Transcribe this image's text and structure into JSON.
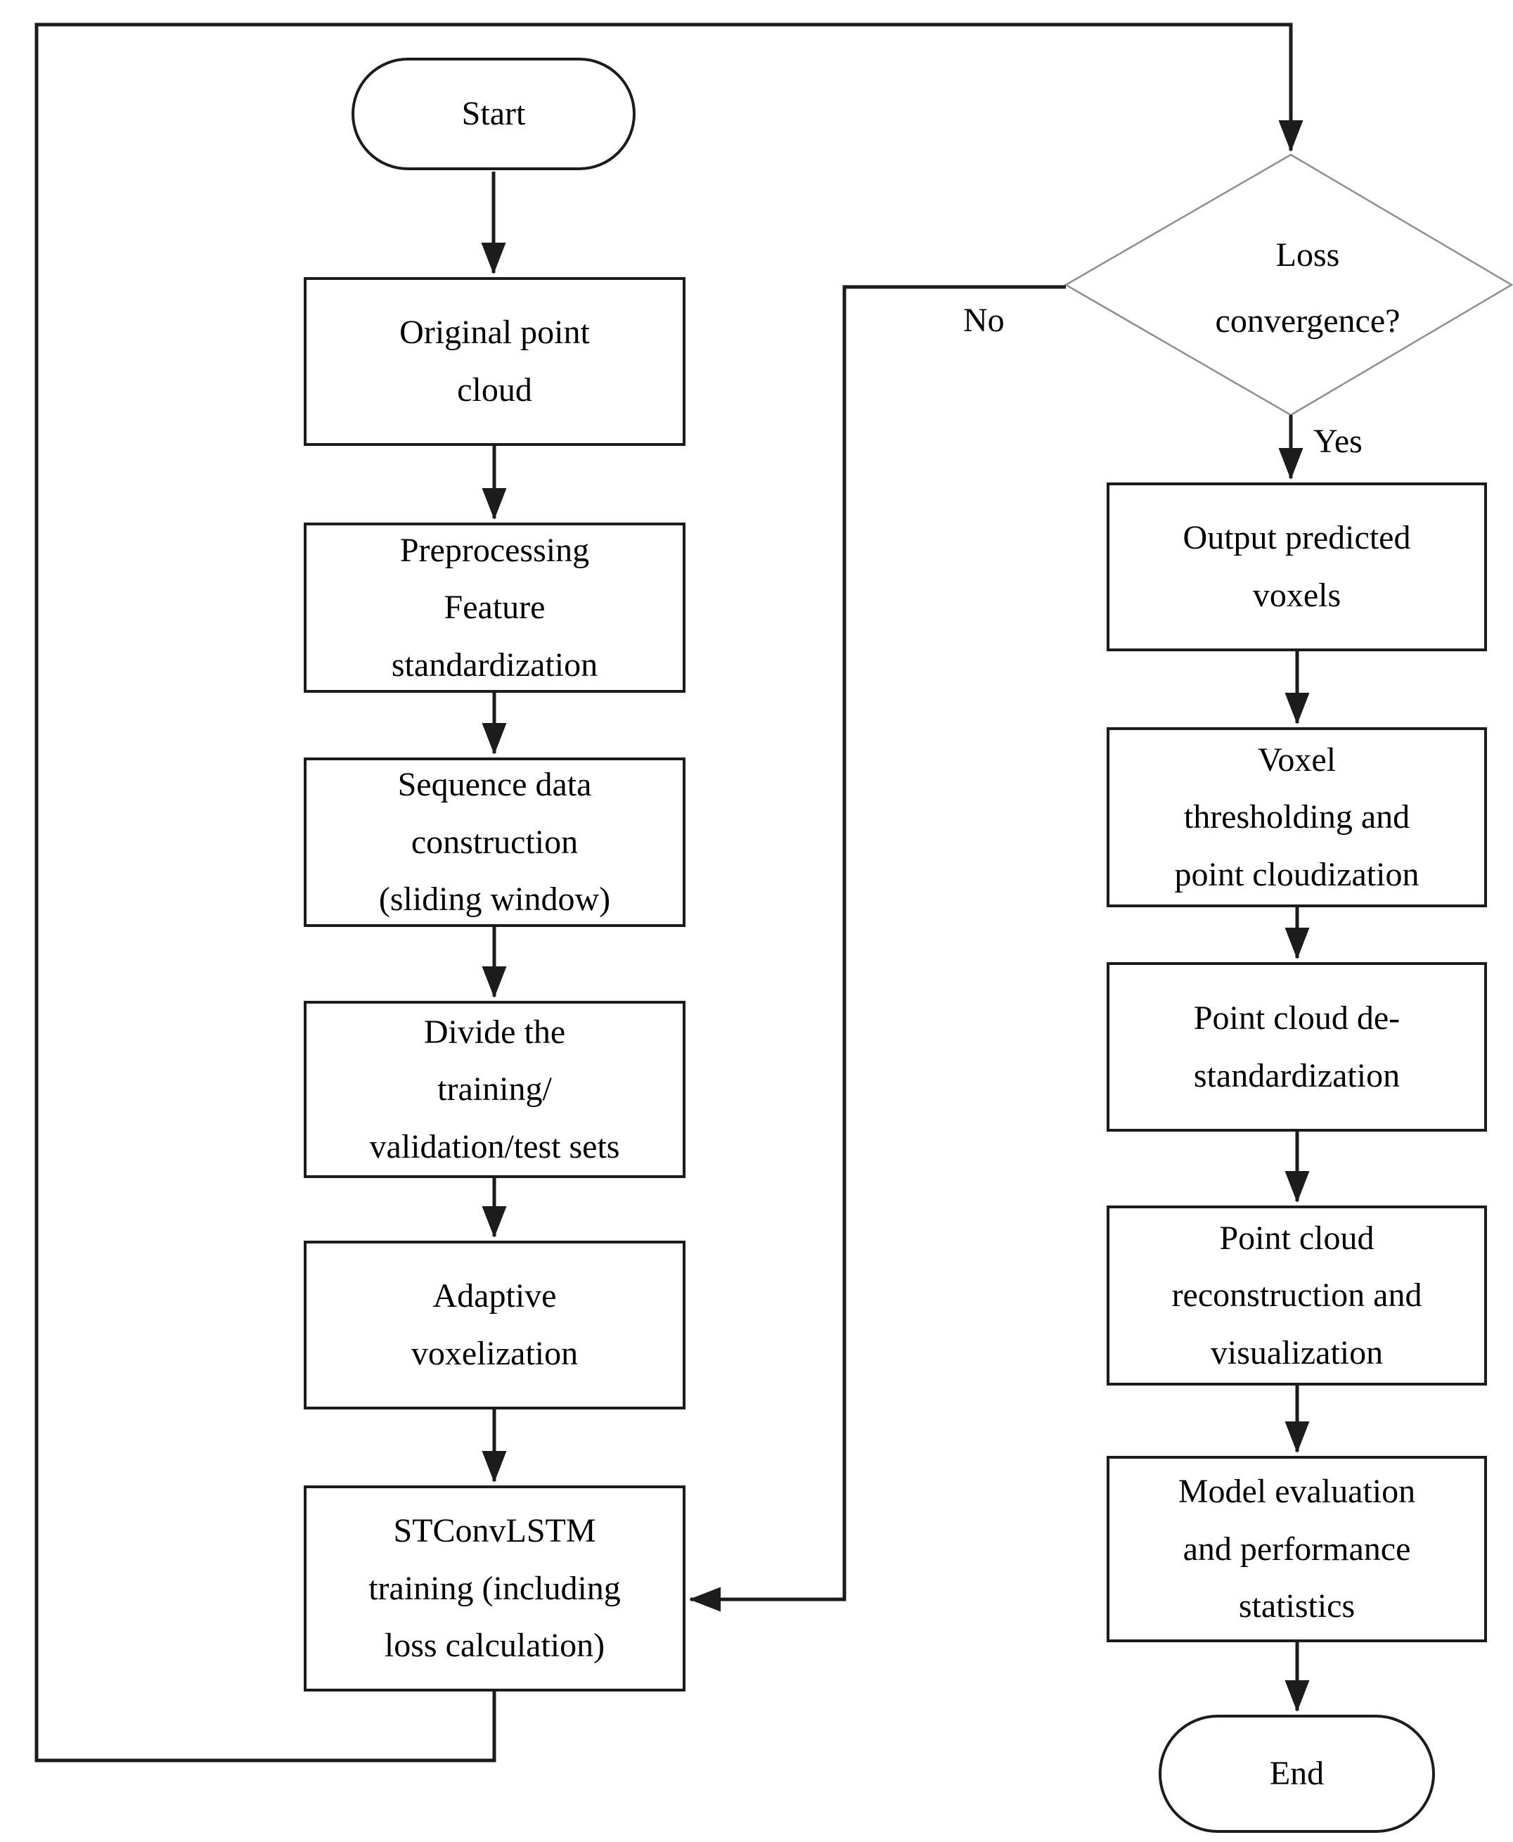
{
  "diagram": {
    "type": "flowchart",
    "background": "#ffffff",
    "colors": {
      "line": "#1c1c1c",
      "box_border": "#1c1c1c",
      "diamond_border": "#8f8f8f",
      "text": "#000000"
    },
    "nodes": {
      "start": {
        "label": "Start",
        "shape": "terminator"
      },
      "original_point_cloud": {
        "label": "Original point\ncloud",
        "shape": "process"
      },
      "preprocessing_standardization": {
        "label": "Preprocessing\nFeature\nstandardization",
        "shape": "process"
      },
      "sequence_data_construction": {
        "label": "Sequence data\nconstruction\n(sliding window)",
        "shape": "process"
      },
      "divide_sets": {
        "label": "Divide the\ntraining/\nvalidation/test sets",
        "shape": "process"
      },
      "adaptive_voxelization": {
        "label": "Adaptive\nvoxelization",
        "shape": "process"
      },
      "stconvlstm_training": {
        "label": "STConvLSTM\ntraining (including\nloss calculation)",
        "shape": "process"
      },
      "loss_convergence": {
        "label": "Loss\nconvergence?",
        "shape": "decision"
      },
      "output_predicted_voxels": {
        "label": "Output predicted\nvoxels",
        "shape": "process"
      },
      "voxel_thresholding": {
        "label": "Voxel\nthresholding and\npoint cloudization",
        "shape": "process"
      },
      "point_cloud_destandardization": {
        "label": "Point cloud de-\nstandardization",
        "shape": "process"
      },
      "point_cloud_reconstruction": {
        "label": "Point cloud\nreconstruction and\nvisualization",
        "shape": "process"
      },
      "model_evaluation": {
        "label": "Model evaluation\nand performance\nstatistics",
        "shape": "process"
      },
      "end": {
        "label": "End",
        "shape": "terminator"
      }
    },
    "edge_labels": {
      "no": "No",
      "yes": "Yes"
    }
  }
}
